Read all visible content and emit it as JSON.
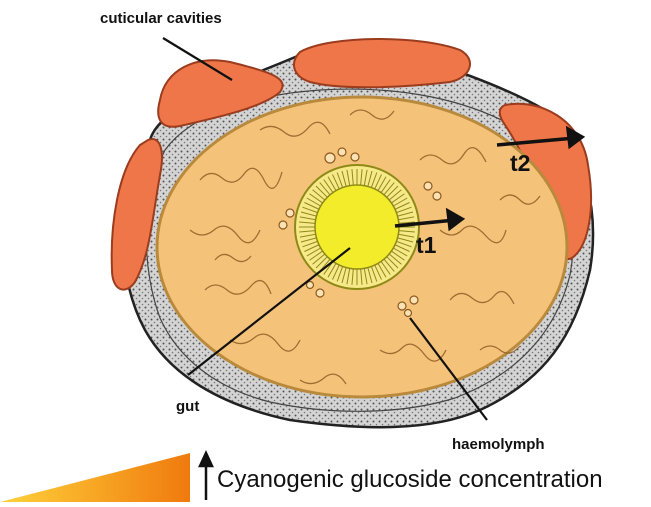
{
  "labels": {
    "cuticular_cavities": "cuticular cavities",
    "gut": "gut",
    "haemolymph": "haemolymph",
    "t1": "t1",
    "t2": "t2",
    "concentration": "Cyanogenic glucoside concentration"
  },
  "colors": {
    "cavity": "#ee7648",
    "cavity_stroke": "#9b3c1e",
    "haemolymph": "#f5c27a",
    "haemolymph_stroke": "#b98a3c",
    "gut": "#f3ec2a",
    "gut_stroke": "#8e8a16",
    "cuticle": "#9a9a9a",
    "gradient_start": "#ffd23a",
    "gradient_end": "#f07a0e",
    "arrow": "#111111"
  }
}
